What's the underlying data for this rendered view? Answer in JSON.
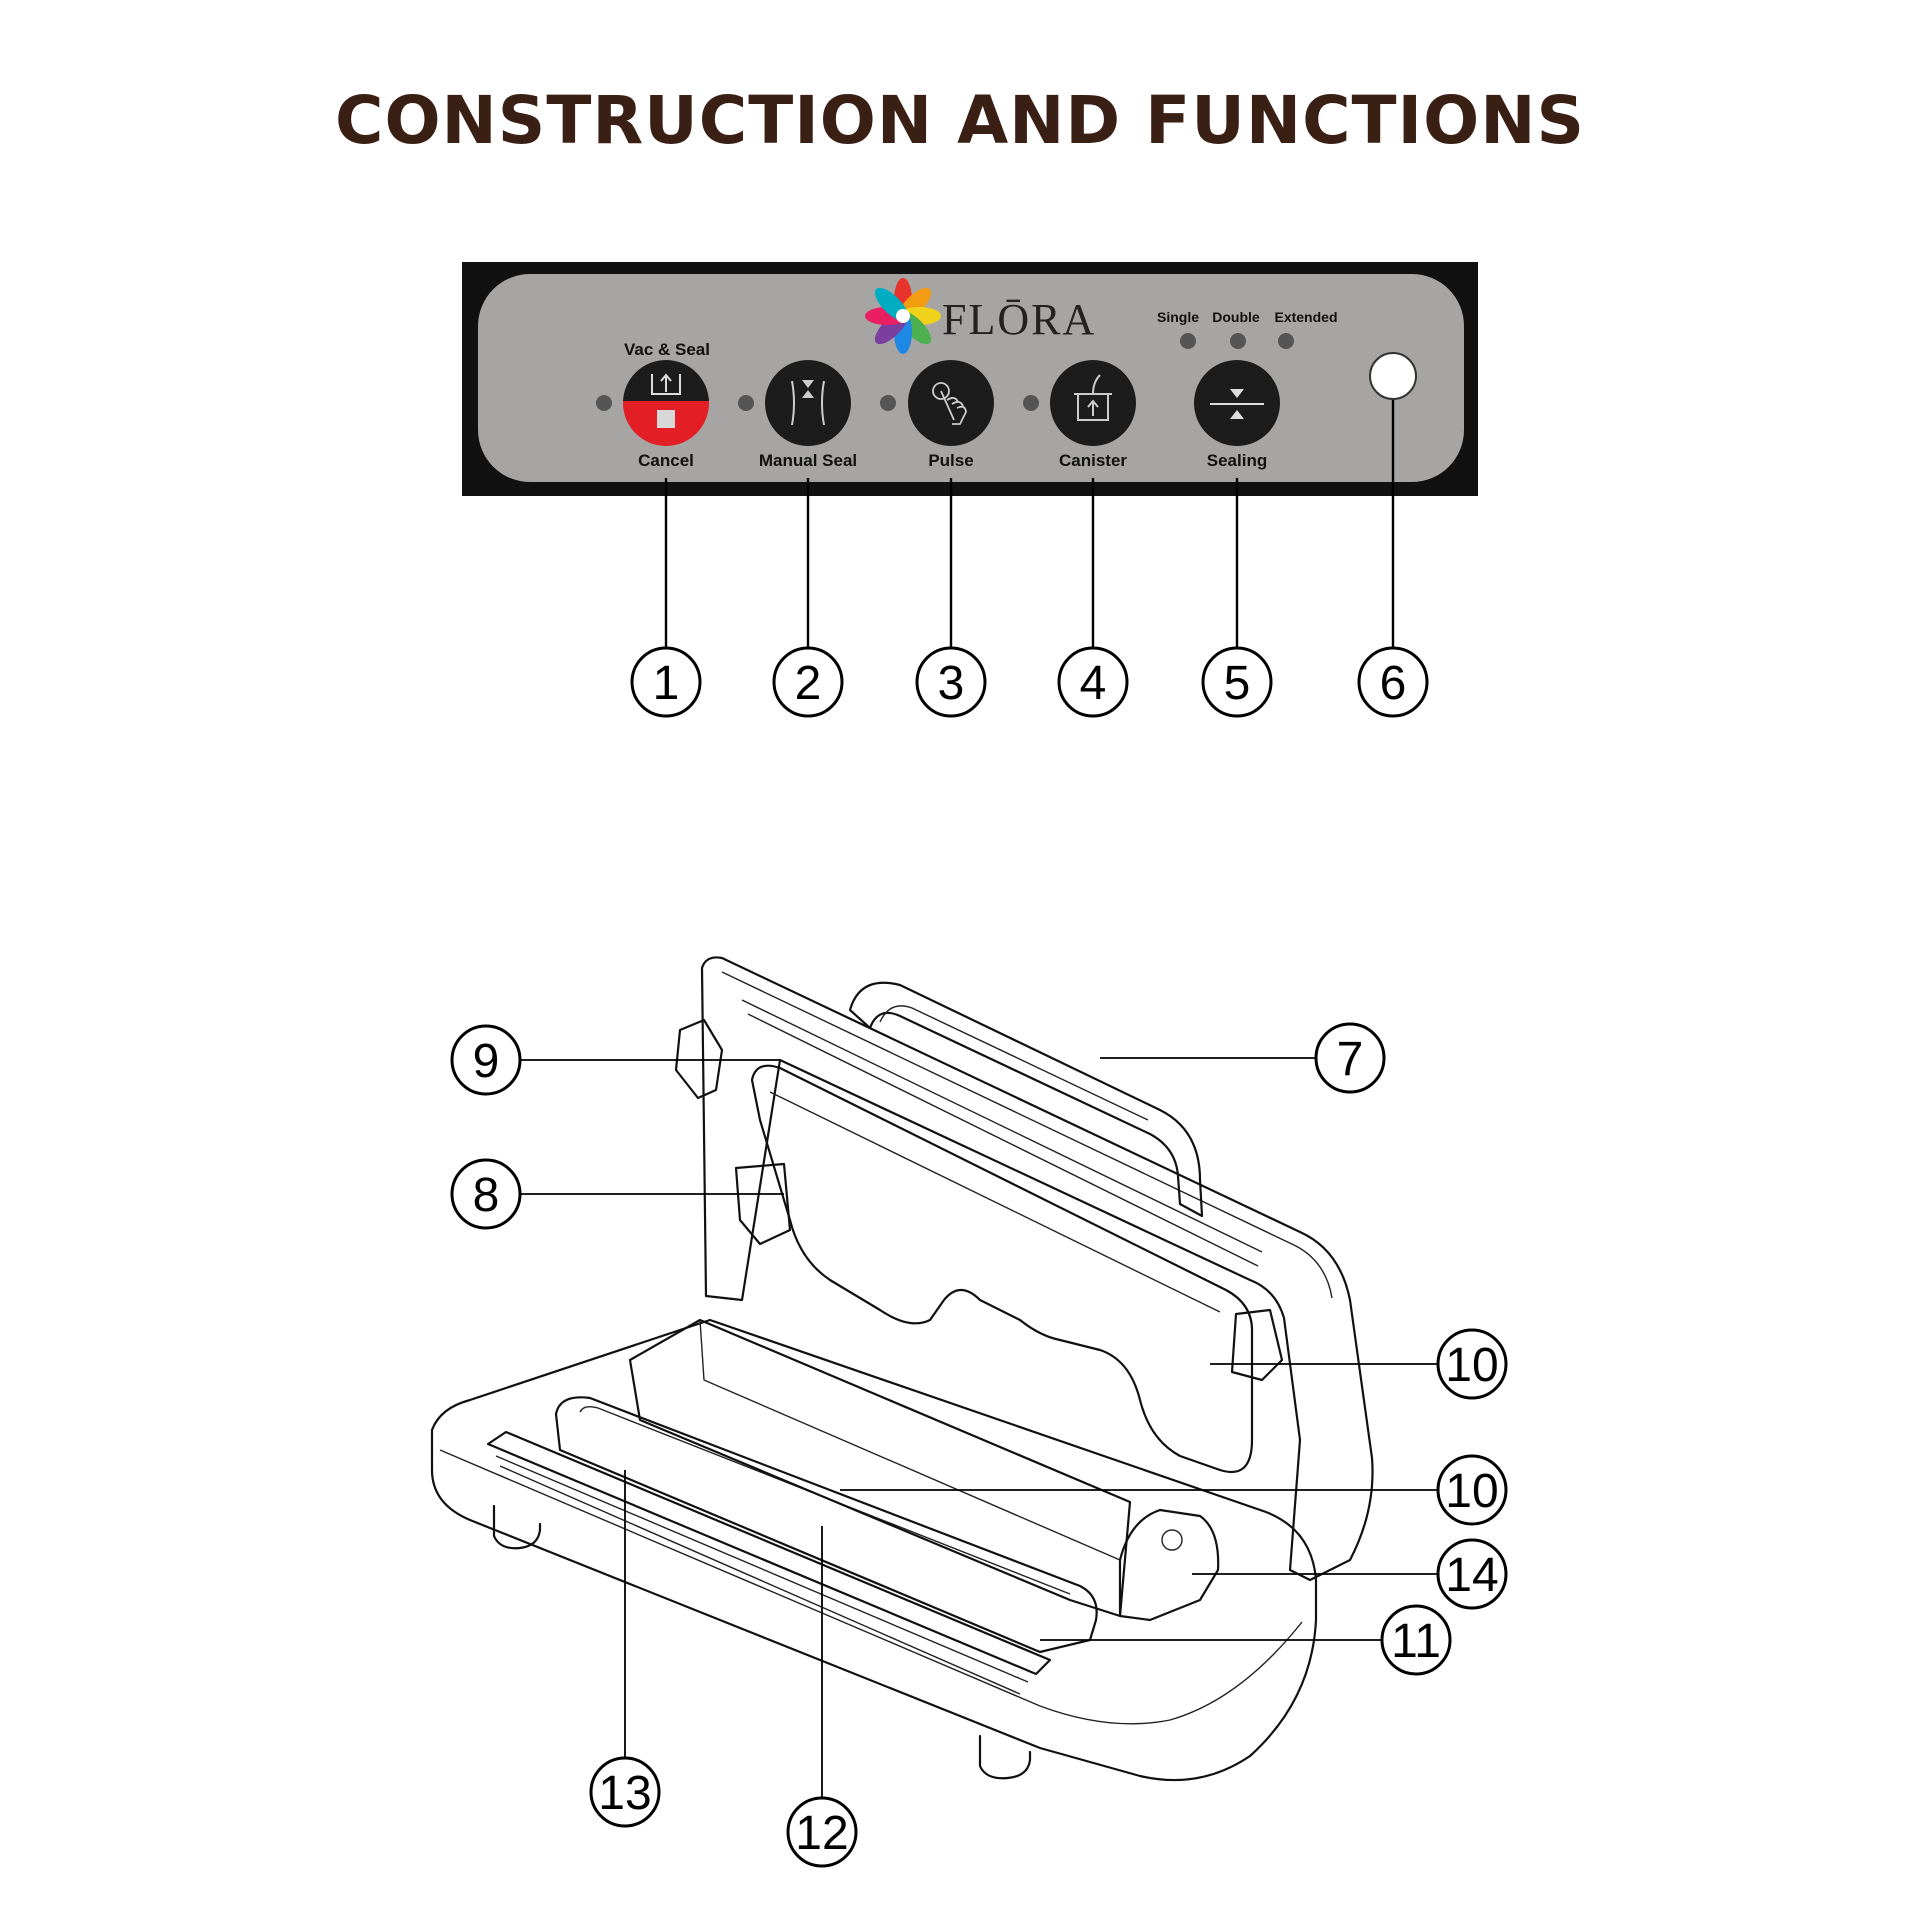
{
  "title": "CONSTRUCTION AND FUNCTIONS",
  "panel": {
    "brand": "FLŌRA",
    "buttons": [
      {
        "top_label": "Vac & Seal",
        "bottom_label": "Cancel",
        "icon": "vac-seal-cancel-icon"
      },
      {
        "top_label": "",
        "bottom_label": "Manual Seal",
        "icon": "manual-seal-icon"
      },
      {
        "top_label": "",
        "bottom_label": "Pulse",
        "icon": "pulse-hand-icon"
      },
      {
        "top_label": "",
        "bottom_label": "Canister",
        "icon": "canister-icon"
      },
      {
        "top_label": "",
        "bottom_label": "Sealing",
        "icon": "sealing-icon"
      }
    ],
    "seal_modes": [
      "Single",
      "Double",
      "Extended"
    ],
    "colors": {
      "panel": "#a6a5a3",
      "frame": "#111111",
      "button": "#1c1c1c",
      "cancel_red": "#e31e24",
      "indicator": "#555555"
    }
  },
  "callouts_top": [
    "1",
    "2",
    "3",
    "4",
    "5",
    "6"
  ],
  "callouts_machine": [
    "9",
    "8",
    "7",
    "10",
    "10",
    "14",
    "11",
    "13",
    "12"
  ]
}
